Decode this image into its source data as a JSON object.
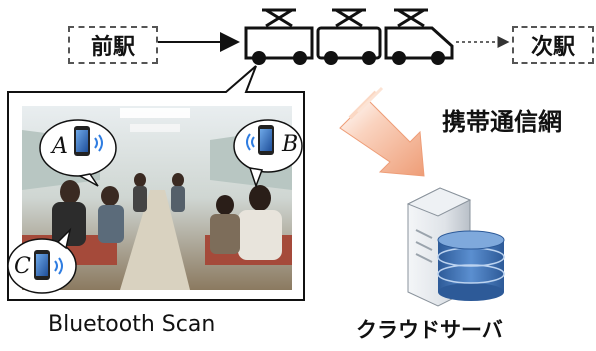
{
  "stations": {
    "previous": "前駅",
    "next": "次駅"
  },
  "network_label": "携帯通信網",
  "scan_label": "Bluetooth Scan",
  "server_label": "クラウドサーバ",
  "phones": [
    {
      "id": "A"
    },
    {
      "id": "B"
    },
    {
      "id": "C"
    }
  ],
  "colors": {
    "arrow_peach": "#f2b89a",
    "arrow_edge": "#e88a60",
    "db_blue": "#3f6fb0",
    "server_gray": "#d8dde3",
    "train_fill": "#ffffff",
    "train_stroke": "#111111"
  }
}
